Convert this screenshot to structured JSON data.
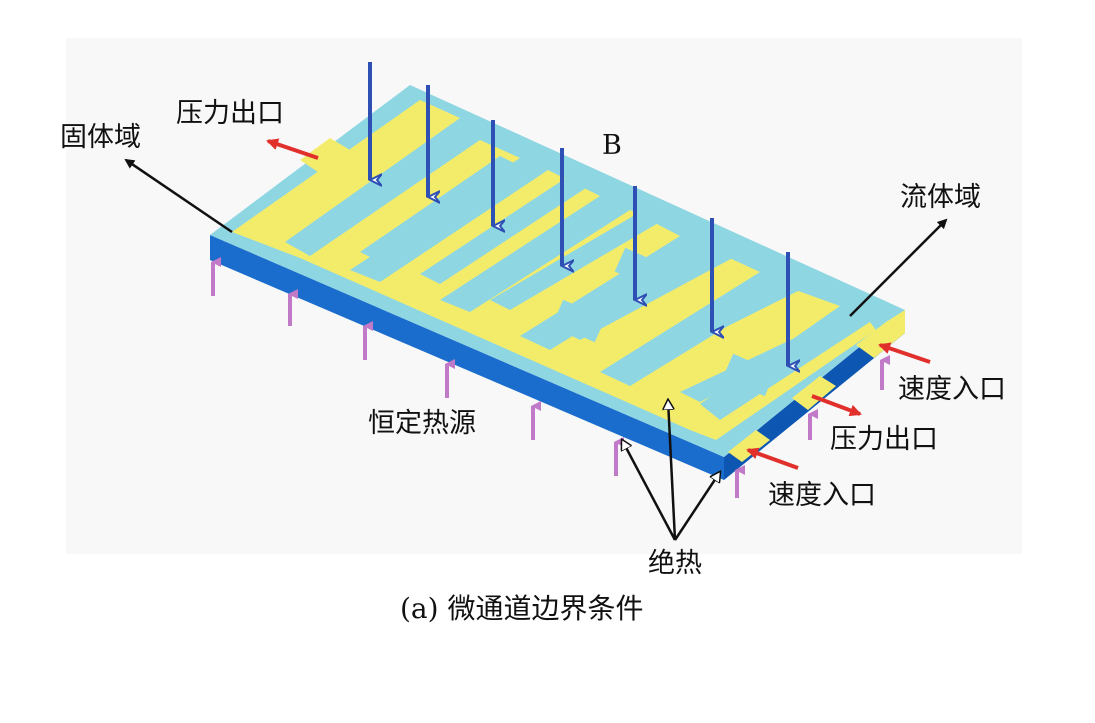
{
  "labels": {
    "solid_domain": "固体域",
    "pressure_outlet_top": "压力出口",
    "magnetic_b": "B",
    "fluid_domain": "流体域",
    "velocity_inlet_right": "速度入口",
    "pressure_outlet_right": "压力出口",
    "velocity_inlet_bottom": "速度入口",
    "constant_heat_source": "恒定热源",
    "adiabatic": "绝热"
  },
  "caption": "(a) 微通道边界条件",
  "colors": {
    "background_panel": "#f8f8f9",
    "solid_blue": "#1a6dcc",
    "solid_dark_edge": "#0d57b3",
    "channel_cyan": "#8fd6e3",
    "fin_yellow": "#f3ec6b",
    "field_arrow": "#2e4fb4",
    "flow_arrow_red": "#e1302b",
    "heat_arrow": "#c07ac8",
    "pointer_black": "#111111"
  },
  "icons": {
    "field_arrows": "down-arrow-icon",
    "flow_arrows": "red-arrow-icon",
    "heat_arrows": "up-arrow-icon"
  }
}
